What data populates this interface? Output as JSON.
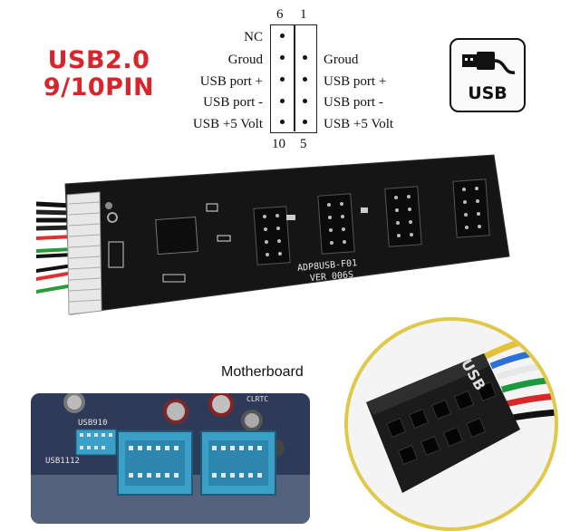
{
  "title": {
    "line1": "USB2.0",
    "line2": "9/10PIN"
  },
  "pinout": {
    "top_numbers": [
      "6",
      "1"
    ],
    "bottom_numbers": [
      "10",
      "5"
    ],
    "left_labels": [
      "NC",
      "Groud",
      "USB port +",
      "USB port -",
      "USB +5 Volt"
    ],
    "right_labels": [
      "Groud",
      "USB port +",
      "USB port -",
      "USB +5 Volt"
    ]
  },
  "usb_icon": {
    "label": "USB"
  },
  "board": {
    "line1": "ADP8USB-F01",
    "line2": "VER 006S"
  },
  "motherboard": {
    "label": "Motherboard",
    "silk1": "USB910",
    "silk2": "USB1112",
    "silk3": "CLRTC"
  },
  "connector": {
    "label": "USB"
  },
  "colors": {
    "title_red": "#d8252b",
    "pcb": "#151515",
    "header_blue": "#3aa0c8",
    "ring": "#e0c84a"
  }
}
